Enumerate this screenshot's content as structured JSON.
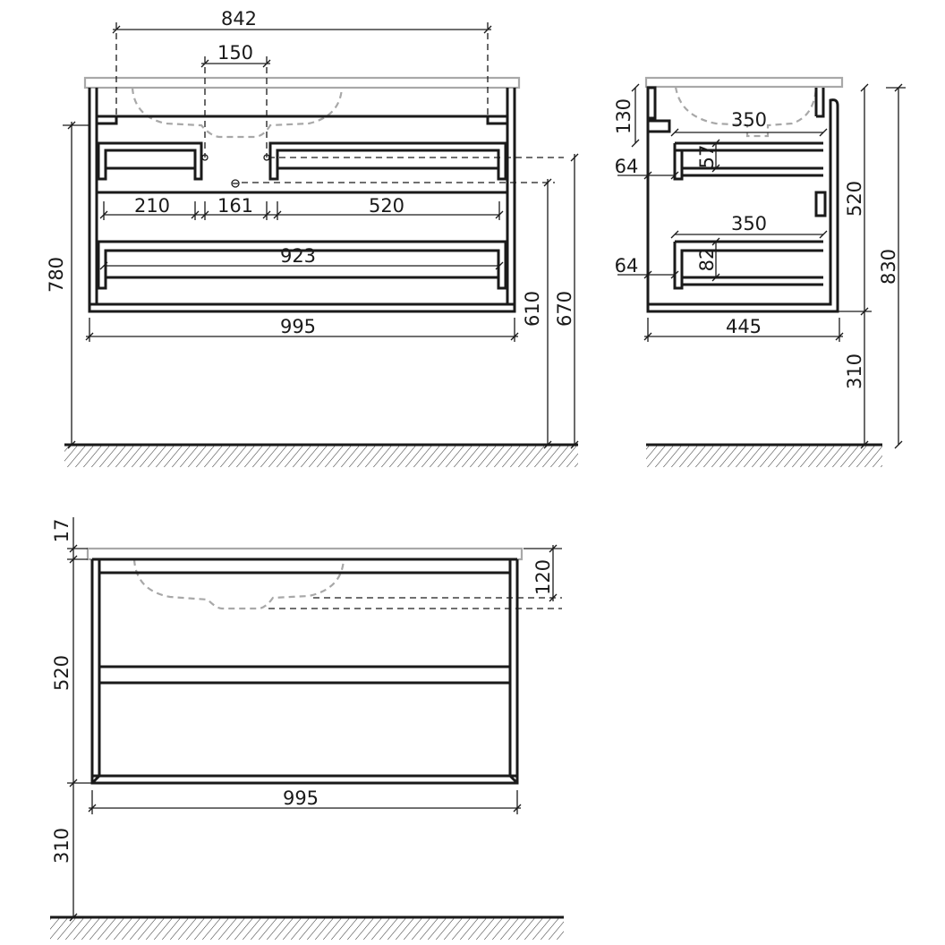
{
  "front_view": {
    "basin_spacing": "842",
    "tap_offset": "150",
    "drawer_left": "210",
    "drawer_mid": "161",
    "drawer_right": "520",
    "drawer_bottom": "923",
    "total_width": "995",
    "height_to_top": "780",
    "drain_height": "610",
    "water_height": "670"
  },
  "side_view": {
    "upper_drawer_offset": "130",
    "upper_drawer_depth": "350",
    "upper_drawer_height": "57",
    "upper_inset": "64",
    "lower_drawer_depth": "350",
    "lower_drawer_height": "82",
    "lower_inset": "64",
    "depth": "445",
    "cabinet_height": "520",
    "total_height": "830",
    "floor_clearance": "310"
  },
  "rear_view": {
    "top_thickness": "17",
    "basin_depth": "120",
    "cabinet_height": "520",
    "total_width": "995",
    "floor_clearance": "310"
  }
}
